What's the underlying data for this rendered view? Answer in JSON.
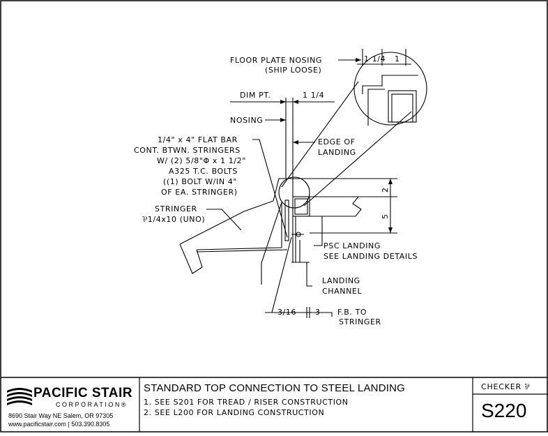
{
  "drawing": {
    "labels": {
      "floor_plate_nosing": "FLOOR PLATE NOSING",
      "ship_loose": "(SHIP LOOSE)",
      "dim_pt": "DIM PT.",
      "nosing": "NOSING",
      "dim_1_1_4_top": "1 1/4",
      "dim_1_1_4_mid": "1 1/4",
      "dim_1_top": "1",
      "flat_bar_1": "1/4\" x 4\" FLAT BAR",
      "flat_bar_2": "CONT. BTWN. STRINGERS",
      "flat_bar_3": "W/ (2) 5/8\"Φ x 1 1/2\"",
      "flat_bar_4": "A325 T.C. BOLTS",
      "flat_bar_5": "((1) BOLT W/IN 4\"",
      "flat_bar_6": "OF EA. STRINGER)",
      "edge_of_1": "EDGE OF",
      "edge_of_2": "LANDING",
      "stringer_1": "STRINGER",
      "stringer_2": "⅌1/4x10 (UNO)",
      "psc_landing_1": "PSC LANDING",
      "psc_landing_2": "SEE LANDING DETAILS",
      "landing_channel_1": "LANDING",
      "landing_channel_2": "CHANNEL",
      "weld_left": "3/16",
      "weld_right": "3",
      "fb_to_1": "F.B. TO",
      "fb_to_2": "STRINGER",
      "dim_2": "2",
      "dim_5": "5"
    }
  },
  "title_block": {
    "company_name": "PACIFIC STAIR",
    "company_sub": "CORPORATION",
    "registered": "®",
    "address": "8690 Stair Way NE Salem, OR 97305",
    "contact": "www.pacificstair.com  |  503.390.8305",
    "title": "STANDARD TOP CONNECTION TO STEEL LANDING",
    "note_1": "1. SEE S201 FOR TREAD / RISER CONSTRUCTION",
    "note_2": "2. SEE L200 FOR LANDING CONSTRUCTION",
    "checker": "CHECKER ⅌",
    "sheet_number": "S220"
  }
}
